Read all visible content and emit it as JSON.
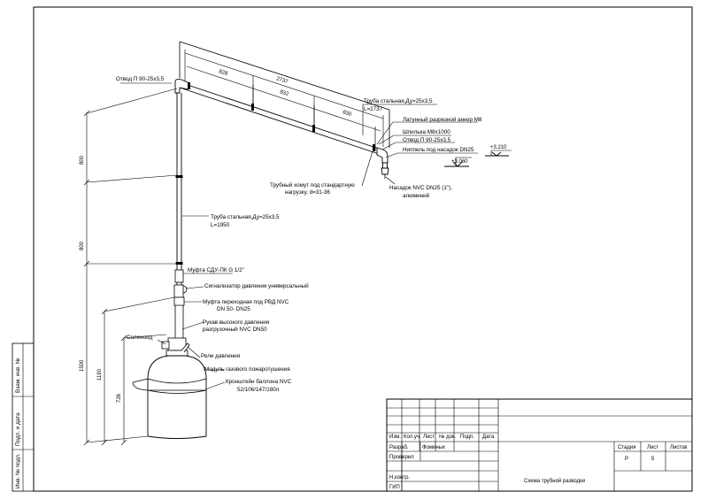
{
  "callouts": {
    "elbow_top": "Отвод П  90-25х3,5",
    "pipe_top_1": "Труба стальная,Ду=25х3,5",
    "pipe_top_2": "L=2737",
    "anchor": "Латунный разрезной анкер М8",
    "stud": "Шпилька М8х1000",
    "elbow_right": "Отвод П  90-25х3,5",
    "nipple": "Ниппель под насадок DN25",
    "clamp_1": "Трубный хомут под стандартную",
    "clamp_2": "нагрузку, d=31-36",
    "nozzle_1": "Насадок NVC DN25 (1\"),",
    "nozzle_2": "алюминий",
    "pipe_v_1": "Труба стальная,Ду=25х3,5",
    "pipe_v_2": "L=1950",
    "coupling": "Муфта СДУ-ПК G 1/2\"",
    "signal": "Сигнализатор давления универсальный",
    "adapter_1": "Муфта переходная под РВД NVC",
    "adapter_2": "DN 50- DN25",
    "hose_1": "Рукав высокого давления",
    "hose_2": "разгрузочный NVC DN50",
    "solenoid": "Соленоид",
    "relay": "Реле давления",
    "module": "Модуль газового пожаротушения",
    "bracket_1": "Кронштейн баллона NVC",
    "bracket_2": "52/106/147/180л"
  },
  "dimensions": {
    "top_total": "2737",
    "top_seg1": "828",
    "top_seg2": "832",
    "top_seg3": "830",
    "left_upper": "800",
    "left_middle": "800",
    "left_1500": "1500",
    "left_1190": "1190",
    "left_726": "726",
    "level_1": "+3.060",
    "level_2": "+3.210"
  },
  "side_stamps": [
    "Взам. инв. №",
    "Подп. и дата",
    "Инв. № подл."
  ],
  "title_block": {
    "headers": [
      "Изм.",
      "Кол.уч.",
      "Лист",
      "№ док.",
      "Подп.",
      "Дата"
    ],
    "roles": [
      "Разраб.",
      "Проверил",
      "",
      "Н.контр.",
      "ГИП"
    ],
    "developer_name": "Фоминых",
    "stage_header": "Стадия",
    "sheet_header": "Лист",
    "sheets_header": "Листов",
    "stage_value": "Р",
    "sheet_value": "5",
    "sheets_value": "",
    "drawing_title": "Схема трубной разводки"
  }
}
